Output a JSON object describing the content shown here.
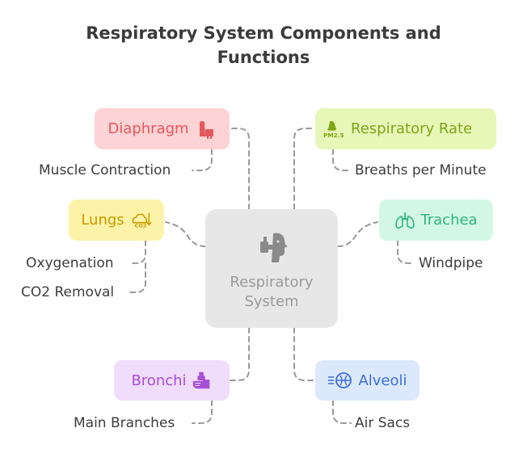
{
  "title": {
    "line1": "Respiratory System Components and",
    "line2": "Functions"
  },
  "center": {
    "line1": "Respiratory",
    "line2": "System",
    "icon": "inhaler-face-icon"
  },
  "nodes": {
    "diaphragm": {
      "label": "Diaphragm",
      "icon": "inhaler-icon",
      "color": "#e3585c",
      "bg": "#fdd3d5",
      "sub": [
        "Muscle Contraction"
      ]
    },
    "lungs": {
      "label": "Lungs",
      "icon": "co2-cloud-icon",
      "color": "#c99a00",
      "bg": "#fdf3a8",
      "sub": [
        "Oxygenation",
        "CO2 Removal"
      ]
    },
    "bronchi": {
      "label": "Bronchi",
      "icon": "hand-inhaler-icon",
      "color": "#a64fd4",
      "bg": "#f0dcfb",
      "sub": [
        "Main Branches"
      ]
    },
    "rate": {
      "label": "Respiratory Rate",
      "icon": "pm25-nose-icon",
      "color": "#7ea516",
      "bg": "#e6f7b8",
      "sub": [
        "Breaths per Minute"
      ]
    },
    "trachea": {
      "label": "Trachea",
      "icon": "lungs-icon",
      "color": "#2fb67c",
      "bg": "#d3f7e6",
      "sub": [
        "Windpipe"
      ]
    },
    "alveoli": {
      "label": "Alveoli",
      "icon": "air-sacs-icon",
      "color": "#3d6fd8",
      "bg": "#dce8fc",
      "sub": [
        "Air Sacs"
      ]
    }
  }
}
